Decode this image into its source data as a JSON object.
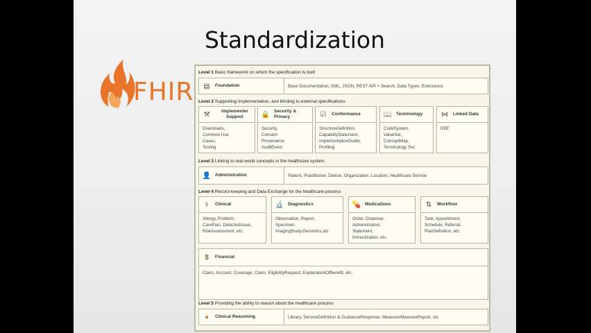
{
  "slide": {
    "title": "Standardization"
  },
  "logo": {
    "text": "FHIR",
    "color": "#e8742a"
  },
  "levels": [
    {
      "label": "Level 1",
      "text": "Basic framework on which the specification is built"
    },
    {
      "label": "Level 2",
      "text": "Supporting Implementation, and binding to external specifications"
    },
    {
      "label": "Level 3",
      "text": "Linking to real world concepts in the healthcare system"
    },
    {
      "label": "Level 4",
      "text": "Record-keeping and Data Exchange for the healthcare process"
    },
    {
      "label": "Level 5",
      "text": "Providing the ability to reason about the healthcare process"
    }
  ],
  "foundation": {
    "title": "Foundation",
    "desc": "Base Documentation, XML, JSON, REST API + Search, Data Types, Extensions",
    "icon": "document-icon"
  },
  "level2_boxes": [
    {
      "title": "Implementer Support",
      "items": [
        "Downloads,",
        "Common Use",
        "Cases,",
        "Testing"
      ],
      "icon": "tools-icon"
    },
    {
      "title": "Security & Privacy",
      "items": [
        "Security,",
        "Consent",
        "Provenance",
        "AuditEvent"
      ],
      "icon": "lock-icon"
    },
    {
      "title": "Conformance",
      "items": [
        "StructureDefinition,",
        "CapabilityStatement,",
        "ImplementationGuide,",
        "Profiling"
      ],
      "icon": "checklist-icon"
    },
    {
      "title": "Terminology",
      "items": [
        "CodeSystem,",
        "ValueSet,",
        "ConceptMap,",
        "Terminology Svc"
      ],
      "icon": "book-icon"
    },
    {
      "title": "Linked Data",
      "items": [
        "RDF"
      ],
      "icon": "graph-icon"
    }
  ],
  "administration": {
    "title": "Administration",
    "desc": "Patient, Practitioner, Device, Organization, Location, Healthcare Service",
    "icon": "person-icon"
  },
  "level4_boxes": [
    {
      "title": "Clinical",
      "items": [
        "Allergy, Problem,",
        "CarePlan, DetectedIssue,",
        "RiskAssessment, etc."
      ],
      "icon": "stethoscope-icon"
    },
    {
      "title": "Diagnostics",
      "items": [
        "Observation, Report,",
        "Specimen,",
        "ImagingStudy,Genomics,etc"
      ],
      "icon": "microscope-icon"
    },
    {
      "title": "Medications",
      "items": [
        "Order, Dispense,",
        "Administration,",
        "Statement,",
        "Immunization, etc."
      ],
      "icon": "pills-icon"
    },
    {
      "title": "Workflow",
      "items": [
        "Task, Appointment,",
        "Schedule, Referral,",
        "PlanDefinition, etc."
      ],
      "icon": "flowchart-icon"
    }
  ],
  "financial": {
    "title": "Financial",
    "desc": "Claim, Account, Coverage, Claim, EligibilityRequest, ExplanationOfBenefit, etc.",
    "icon": "dollar-icon"
  },
  "clinical_reasoning": {
    "title": "Clinical Reasoning",
    "desc": "Library, ServiceDefinition & GuidanceResponse, Measure/MeasureReport, etc",
    "icon": "brain-icon"
  }
}
